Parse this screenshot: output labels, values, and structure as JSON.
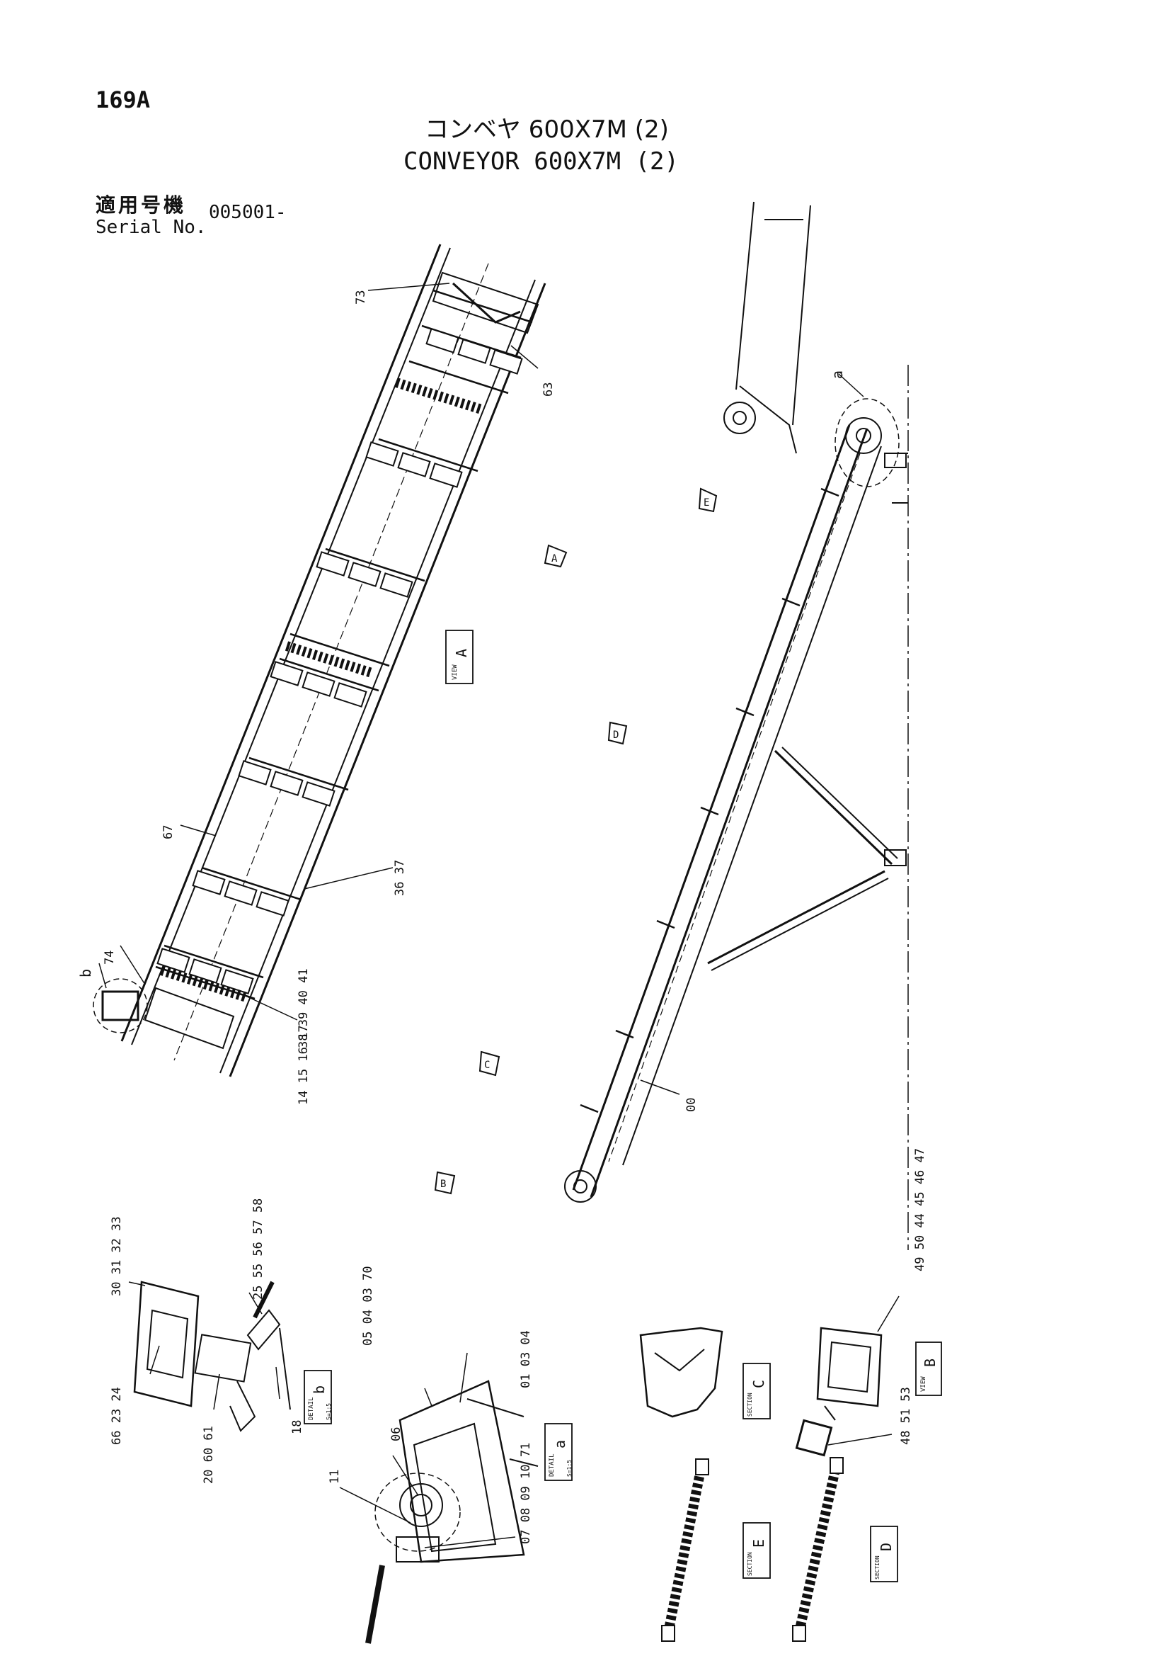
{
  "page_number": "169A",
  "title_jp": "コンベヤ 600X7M (2)",
  "title_en": "CONVEYOR 600X7M (2)",
  "serial_label_jp": "適用号機",
  "serial_label_en": "Serial No.",
  "serial_value": "005001-",
  "callouts": {
    "c73": "73",
    "c63": "63",
    "c67": "67",
    "c36_37": "36 37",
    "c74": "74",
    "cb": "b",
    "c38_41": "38 39 40 41",
    "c14_17": "14 15 16 17",
    "ca": "a",
    "c00": "00",
    "c30_33": "30 31 32 33",
    "c25_58": "25 55 56 57 58",
    "c66": "66 23 24",
    "c18": "18",
    "c20": "20 60 61",
    "c05": "05 04 03 70",
    "c01": "01 03 04",
    "c06": "06",
    "c11": "11",
    "c07": "07 08 09 10 71",
    "c49": "49 50 44 45 46 47",
    "c48": "48 51 53"
  },
  "view_tags": {
    "view_a": "A",
    "view_b": "B",
    "detail_a": "a",
    "detail_b": "b",
    "section_c": "C",
    "section_d": "D",
    "section_e": "E",
    "view_word": "VIEW",
    "detail_word": "DETAIL",
    "section_word": "SECTION",
    "scale": "S=1:5"
  },
  "arrows": {
    "a1": "A",
    "b1": "B",
    "c1": "C",
    "d1": "D",
    "e1": "E"
  }
}
